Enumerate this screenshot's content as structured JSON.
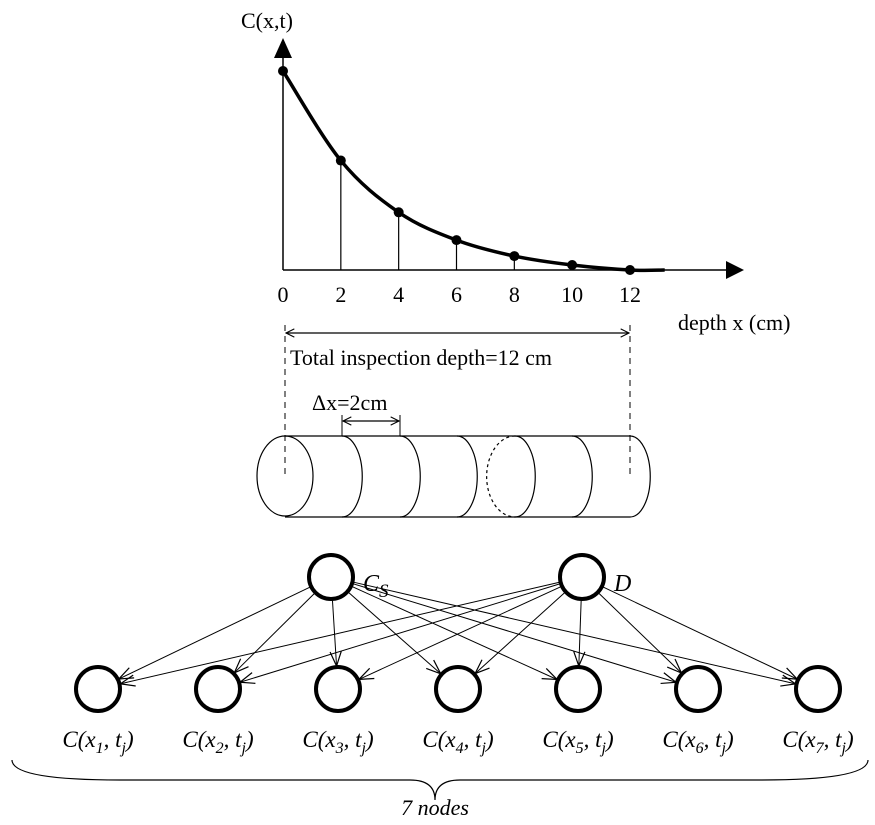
{
  "chart": {
    "y_axis_label": "C(x,t)",
    "x_axis_label": "depth x (cm)",
    "x_ticks": [
      "0",
      "2",
      "4",
      "6",
      "8",
      "10",
      "12"
    ],
    "x_values": [
      0,
      2,
      4,
      6,
      8,
      10,
      12
    ],
    "c_values": [
      1.0,
      0.55,
      0.29,
      0.15,
      0.07,
      0.025,
      0.0
    ]
  },
  "depth_annotation": {
    "label": "Total inspection depth=12 cm"
  },
  "cylinder": {
    "delta_label": "Δx=2cm",
    "segment_count": 6
  },
  "network": {
    "parent_nodes": [
      {
        "label": "C",
        "sub": "S"
      },
      {
        "label": "D",
        "sub": ""
      }
    ],
    "child_nodes": [
      {
        "pre": "C(x",
        "sub1": "1",
        "mid": ", t",
        "sub2": "j",
        "post": ")"
      },
      {
        "pre": "C(x",
        "sub1": "2",
        "mid": ", t",
        "sub2": "j",
        "post": ")"
      },
      {
        "pre": "C(x",
        "sub1": "3",
        "mid": ", t",
        "sub2": "j",
        "post": ")"
      },
      {
        "pre": "C(x",
        "sub1": "4",
        "mid": ", t",
        "sub2": "j",
        "post": ")"
      },
      {
        "pre": "C(x",
        "sub1": "5",
        "mid": ", t",
        "sub2": "j",
        "post": ")"
      },
      {
        "pre": "C(x",
        "sub1": "6",
        "mid": ", t",
        "sub2": "j",
        "post": ")"
      },
      {
        "pre": "C(x",
        "sub1": "7",
        "mid": ", t",
        "sub2": "j",
        "post": ")"
      }
    ],
    "brace_label": "7 nodes"
  }
}
